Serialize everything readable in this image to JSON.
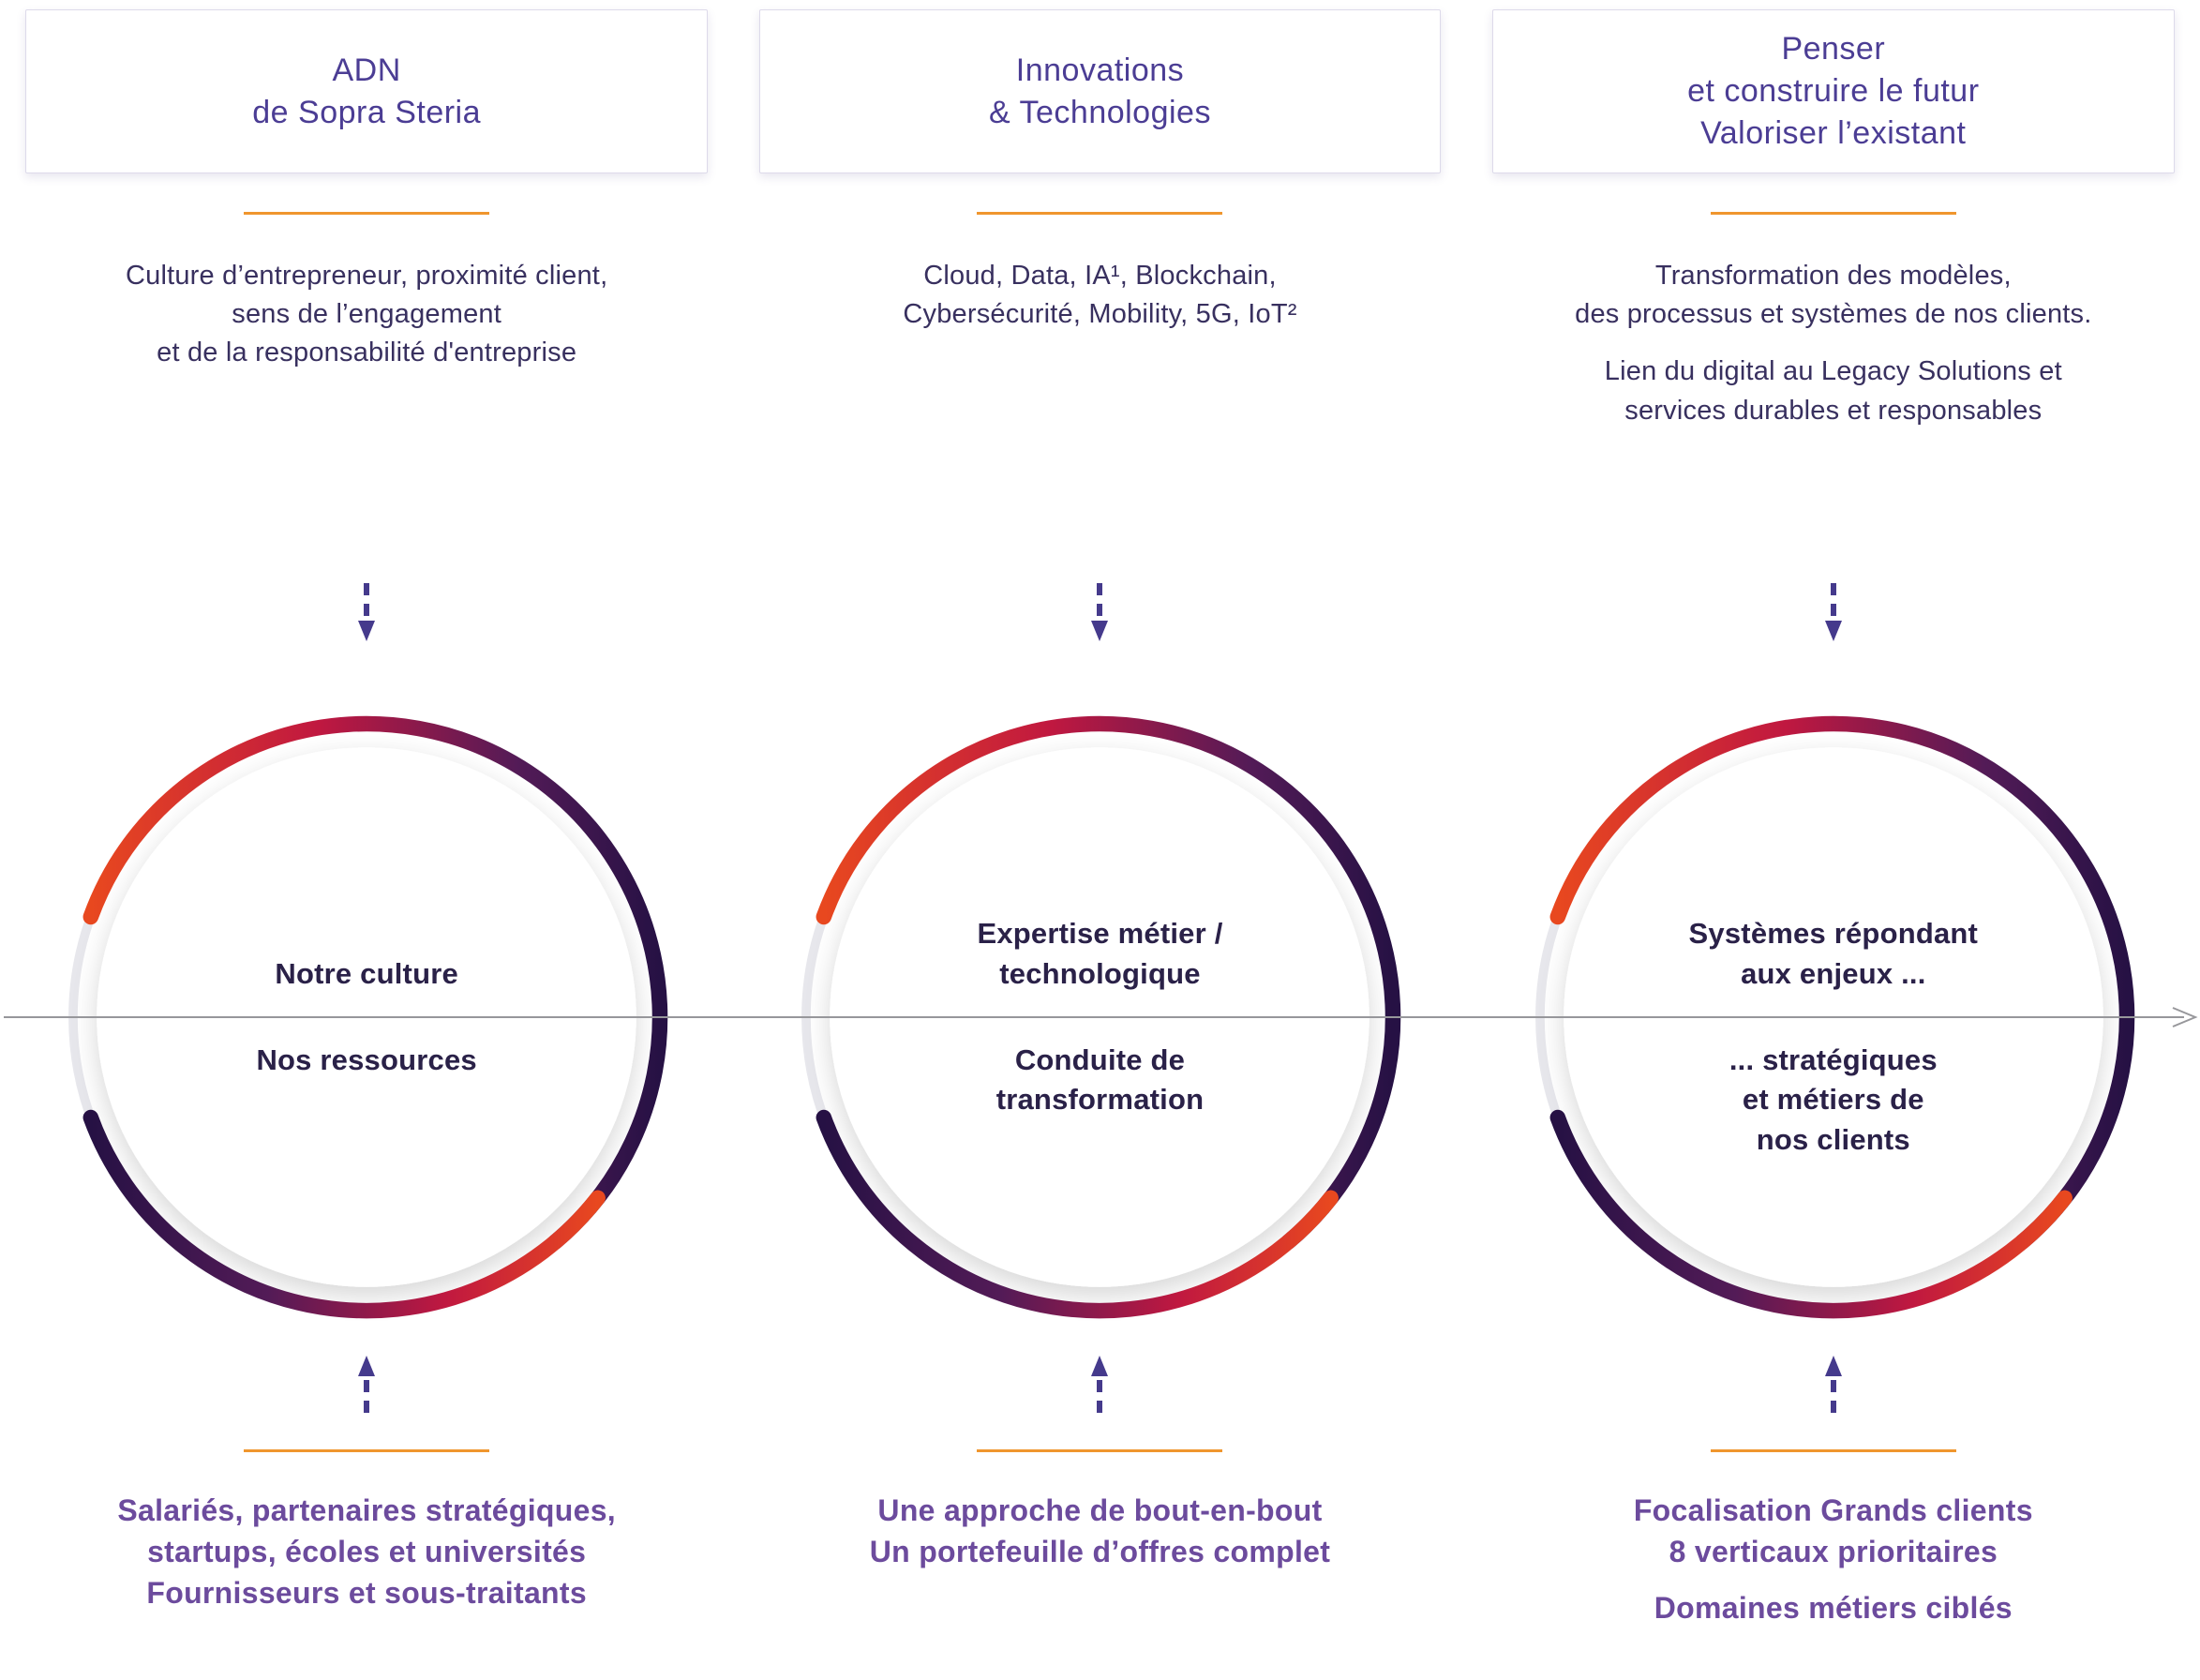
{
  "colors": {
    "title_purple": "#4B3D94",
    "text_navy": "#38305F",
    "circle_label": "#2A2148",
    "footer_purple": "#6C4B9D",
    "accent_orange": "#F0962E",
    "arrow_purple": "#453A8C",
    "axis_gray": "#97979B",
    "arc_red": "#E8481F",
    "arc_crimson": "#C01840",
    "arc_violet": "#531B57",
    "arc_dark": "#261144"
  },
  "columns": [
    {
      "title": "ADN\nde Sopra Steria",
      "description": "Culture d’entrepreneur, proximité client,\nsens de l’engagement\net de la responsabilité d'entreprise",
      "circle": {
        "top": "Notre culture",
        "bottom": "Nos ressources"
      },
      "footer": "Salariés, partenaires stratégiques,\nstartups, écoles et universités\nFournisseurs et sous-traitants"
    },
    {
      "title": "Innovations\n& Technologies",
      "description": "Cloud, Data, IA¹, Blockchain,\nCybersécurité, Mobility, 5G, IoT²",
      "circle": {
        "top": "Expertise métier /\ntechnologique",
        "bottom": "Conduite de\ntransformation"
      },
      "footer": "Une approche de bout-en-bout\nUn portefeuille d’offres complet"
    },
    {
      "title": "Penser\net construire le futur\nValoriser l’existant",
      "description": "Transformation des modèles,\ndes processus et systèmes de nos clients.",
      "description2": "Lien du digital au Legacy Solutions et\nservices durables et responsables",
      "circle": {
        "top": "Systèmes répondant\naux enjeux ...",
        "bottom": "... stratégiques\net métiers de\nnos clients"
      },
      "footer": "Focalisation Grands clients\n8 verticaux prioritaires",
      "footer2": "Domaines métiers ciblés"
    }
  ]
}
